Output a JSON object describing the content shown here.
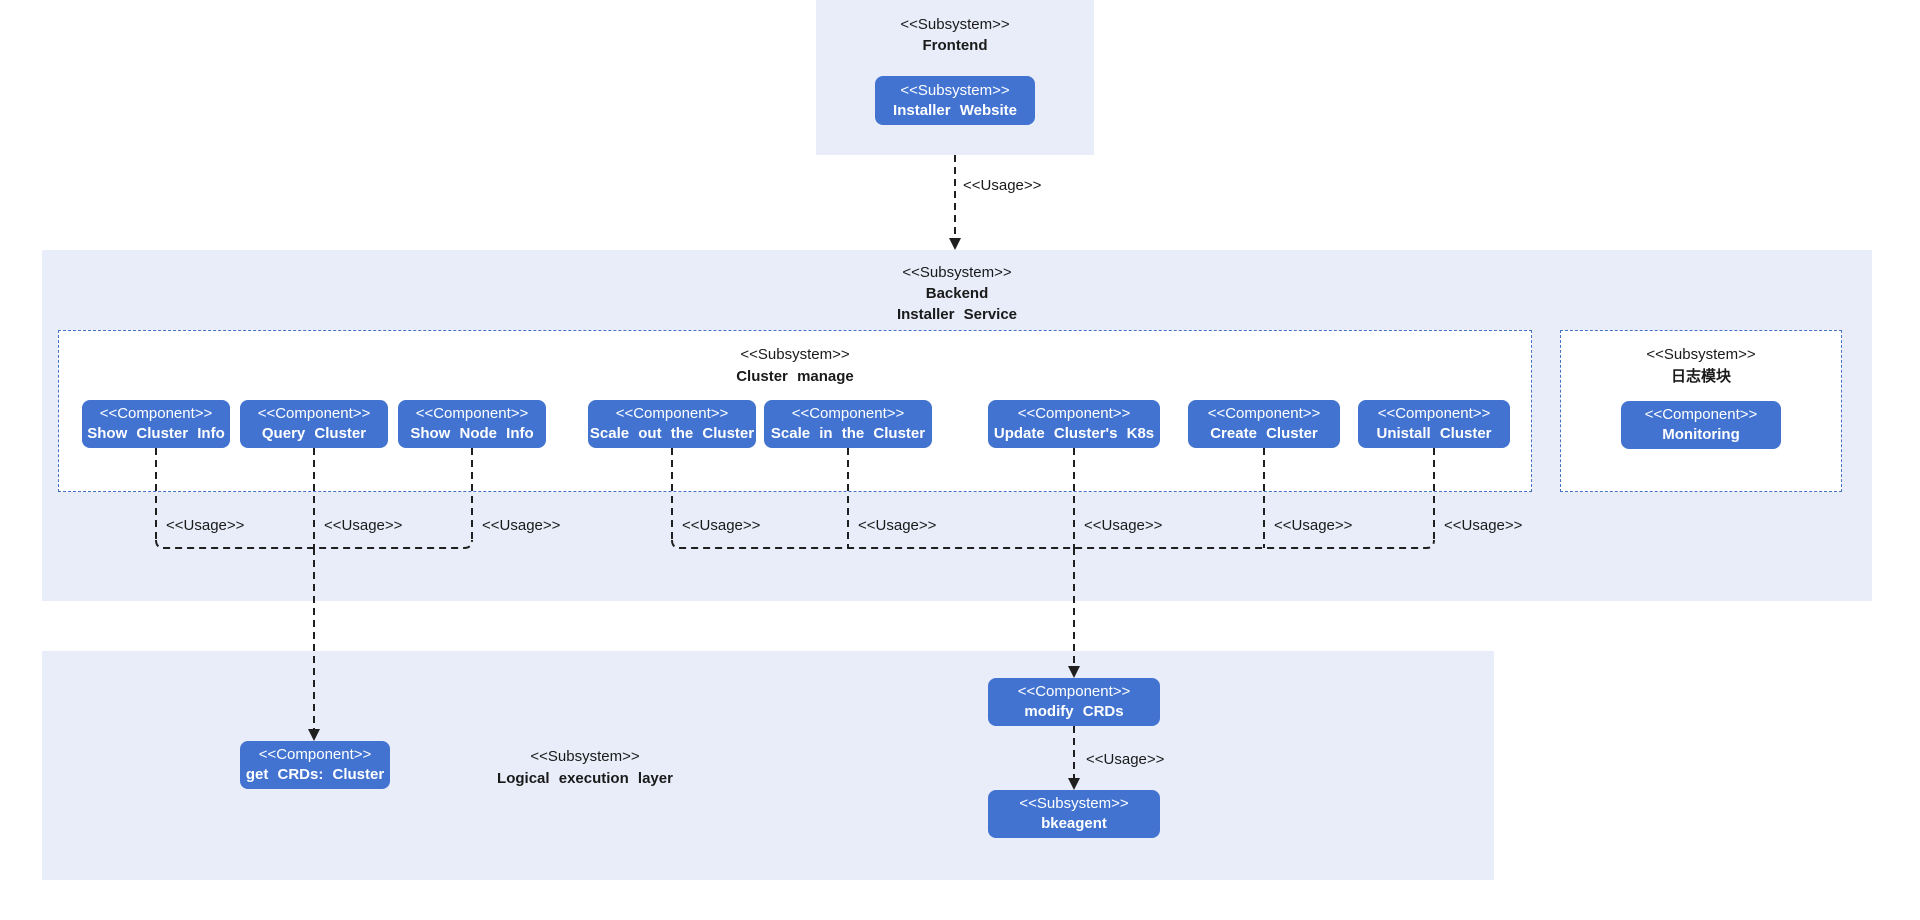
{
  "labels": {
    "subsystem_stereotype": "<<Subsystem>>",
    "component_stereotype": "<<Component>>",
    "usage": "<<Usage>>"
  },
  "frontend": {
    "stereotype": "<<Subsystem>>",
    "title": "Frontend",
    "installer_website": "Installer Website"
  },
  "backend": {
    "stereotype": "<<Subsystem>>",
    "title_line1": "Backend",
    "title_line2": "Installer Service",
    "cluster_manage": {
      "stereotype": "<<Subsystem>>",
      "title": "Cluster manage",
      "components": [
        "Show Cluster Info",
        "Query Cluster",
        "Show Node Info",
        "Scale out the Cluster",
        "Scale in the Cluster",
        "Update Cluster's K8s",
        "Create Cluster",
        "Unistall Cluster"
      ]
    },
    "log_module": {
      "stereotype": "<<Subsystem>>",
      "title": "日志模块",
      "component": "Monitoring"
    }
  },
  "logical_layer": {
    "stereotype": "<<Subsystem>>",
    "title": "Logical execution layer",
    "get_crds": "get CRDs: Cluster",
    "modify_crds": "modify CRDs",
    "bkeagent": "bkeagent"
  },
  "colors": {
    "container_fill": "#E8EDF9",
    "node_fill": "#4273D1",
    "node_text": "#FFFFFF",
    "box_dashed_border": "#4472C4",
    "connector": "#1F1F1F",
    "text": "#1A1A1A"
  }
}
